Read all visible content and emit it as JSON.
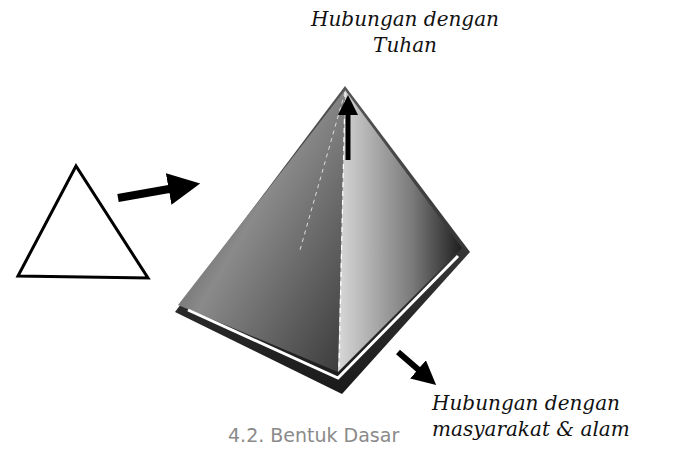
{
  "diagram": {
    "labels": [
      "Hubungan dengan Tuhan",
      "Hubungan dengan masyarakat & alam",
      "4.2. Bentuk Dasar"
    ]
  }
}
